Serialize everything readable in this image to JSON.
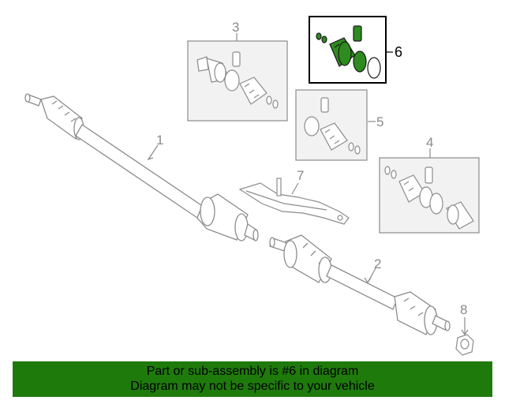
{
  "diagram": {
    "callouts": [
      {
        "id": "1",
        "label": "1"
      },
      {
        "id": "2",
        "label": "2"
      },
      {
        "id": "3",
        "label": "3"
      },
      {
        "id": "4",
        "label": "4"
      },
      {
        "id": "5",
        "label": "5"
      },
      {
        "id": "6",
        "label": "6"
      },
      {
        "id": "7",
        "label": "7"
      },
      {
        "id": "8",
        "label": "8"
      }
    ],
    "highlight_part": "6",
    "colors": {
      "highlight_box": "#000000",
      "highlight_fill": "#2e8b1f",
      "line": "#8c8c8c",
      "box_fill": "#f2f2f2"
    }
  },
  "banner": {
    "line1": "Part or sub-assembly is #6 in diagram",
    "line2": "Diagram may not be specific to your vehicle",
    "background": "#1f7a0c"
  }
}
